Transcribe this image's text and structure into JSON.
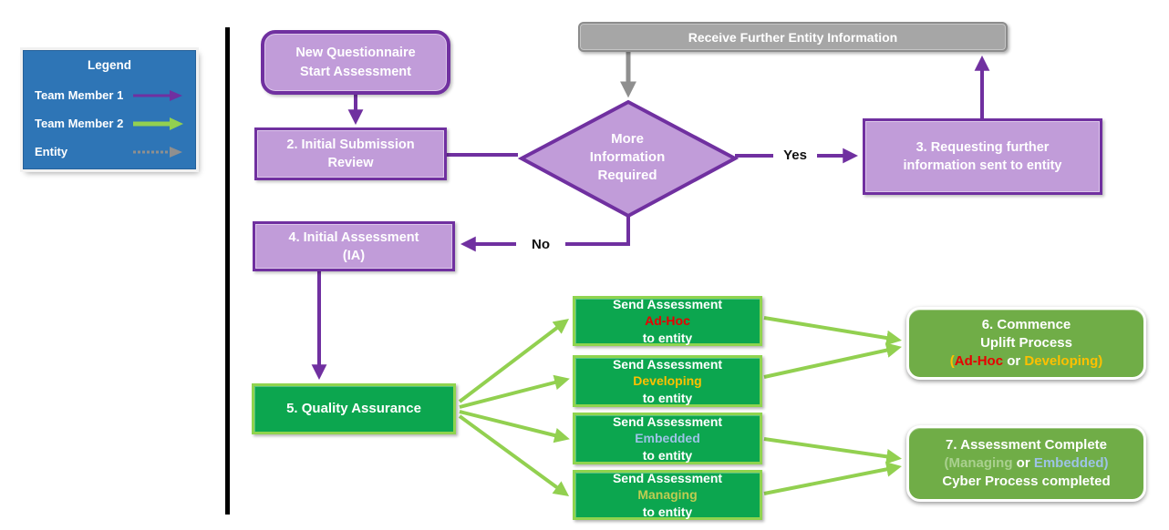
{
  "colors": {
    "legend-blue": "#2E75B6",
    "purple-fill": "#C19CD9",
    "purple-border": "#7030A0",
    "purple-arrow": "#7030A0",
    "gray-fill": "#A6A6A6",
    "gray-border": "#8C8C8C",
    "gray-arrow": "#8F8F8F",
    "green-fill": "#0CA64F",
    "green-border": "#8FD44E",
    "green-arrow": "#92D050",
    "medgreen-fill": "#70AD47",
    "red": "#E80000",
    "gold": "#FFC000",
    "lightblue": "#9DC3E6",
    "olive": "#BFCC51",
    "lightgreen": "#A9D08E"
  },
  "legend": {
    "title": "Legend",
    "items": [
      {
        "label": "Team Member 1",
        "arrow_color_name": "purple-arrow"
      },
      {
        "label": "Team Member 2",
        "arrow_color_name": "green-arrow"
      },
      {
        "label": "Entity",
        "arrow_color_name": "gray-arrow"
      }
    ]
  },
  "flow": {
    "start": {
      "line1": "New Questionnaire",
      "line2": "Start Assessment"
    },
    "initial_submission": {
      "line1": "2. Initial Submission",
      "line2": "Review"
    },
    "decision": {
      "line1": "More",
      "line2": "Information",
      "line3": "Required"
    },
    "receive_info": {
      "label": "Receive Further Entity Information"
    },
    "request_info": {
      "line1": "3. Requesting further",
      "line2": "information sent to entity"
    },
    "initial_assessment": {
      "line1": "4. Initial Assessment",
      "line2": "(IA)"
    },
    "quality_assurance": {
      "label": "5. Quality Assurance"
    },
    "yes_label": "Yes",
    "no_label": "No",
    "send": [
      {
        "line1": "Send Assessment",
        "rating": "Ad-Hoc",
        "rating_color": "#E80000",
        "line3": "to entity"
      },
      {
        "line1": "Send Assessment",
        "rating": "Developing",
        "rating_color": "#FFC000",
        "line3": "to entity"
      },
      {
        "line1": "Send Assessment",
        "rating": "Embedded",
        "rating_color": "#9DC3E6",
        "line3": "to entity"
      },
      {
        "line1": "Send Assessment",
        "rating": "Managing",
        "rating_color": "#BFCC51",
        "line3": "to entity"
      }
    ],
    "commence": {
      "line1": "6. Commence",
      "line2": "Uplift Process",
      "line3_segments": [
        {
          "text": "(",
          "color": "#FFC000"
        },
        {
          "text": "Ad-Hoc",
          "color": "#E80000"
        },
        {
          "text": " or ",
          "color": "#FFFFFF"
        },
        {
          "text": "Developing",
          "color": "#FFC000"
        },
        {
          "text": ")",
          "color": "#FFC000"
        }
      ]
    },
    "complete": {
      "line1": "7. Assessment Complete",
      "line2_segments": [
        {
          "text": "(",
          "color": "#A9D08E"
        },
        {
          "text": "Managing",
          "color": "#A9D08E"
        },
        {
          "text": " or ",
          "color": "#FFFFFF"
        },
        {
          "text": "Embedded",
          "color": "#9DC3E6"
        },
        {
          "text": ")",
          "color": "#9DC3E6"
        }
      ],
      "line3": "Cyber Process completed"
    }
  }
}
